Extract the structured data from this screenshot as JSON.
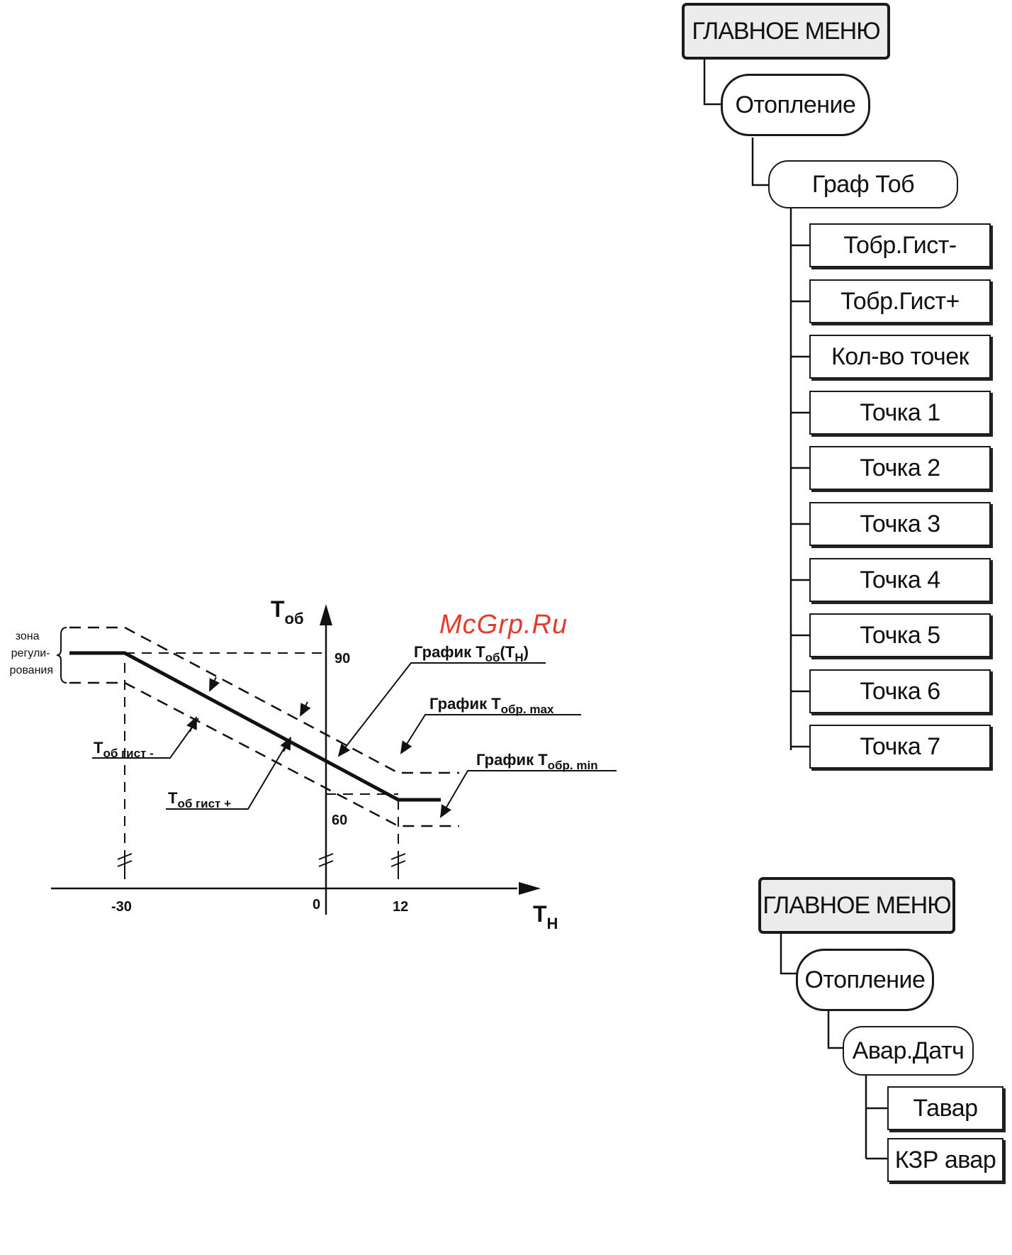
{
  "watermark": "McGrp.Ru",
  "graph": {
    "y_axis": {
      "main": "T",
      "sub": "об"
    },
    "x_axis": {
      "main": "T",
      "sub": "Н"
    },
    "y_ticks": [
      "90",
      "60"
    ],
    "x_ticks": [
      "-30",
      "0",
      "12"
    ],
    "zone_label": [
      "зона",
      "регули-",
      "рования"
    ],
    "labels": {
      "main_graph": {
        "prefix": "График T",
        "sub": "об",
        "suffix_open": "(T",
        "suffix_sub": "Н",
        "suffix_close": ")"
      },
      "max_graph": {
        "prefix": "График T",
        "sub": "обр. max"
      },
      "min_graph": {
        "prefix": "График T",
        "sub": "обр. min"
      },
      "hyst_minus": {
        "prefix": "T",
        "sub": "об гист -"
      },
      "hyst_plus": {
        "prefix": "T",
        "sub": "об гист +"
      }
    }
  },
  "chart_data": {
    "type": "line",
    "xlabel": "TН",
    "ylabel": "Tоб",
    "x_ticks": [
      -30,
      0,
      12
    ],
    "y_ticks": [
      60,
      90
    ],
    "series": [
      {
        "name": "График Tоб(TН)",
        "x": [
          -30,
          12
        ],
        "y": [
          90,
          60
        ]
      },
      {
        "name": "График Tобр. max",
        "x": [
          -30,
          12
        ],
        "y": [
          93,
          63
        ]
      },
      {
        "name": "График Tобр. min",
        "x": [
          -30,
          12
        ],
        "y": [
          87,
          57
        ]
      }
    ]
  },
  "menu_tree_1": {
    "root": "ГЛАВНОЕ МЕНЮ",
    "level1": "Отопление",
    "level2": "Граф Тоб",
    "items": [
      "Тобр.Гист-",
      "Тобр.Гист+",
      "Кол-во точек",
      "Точка 1",
      "Точка 2",
      "Точка 3",
      "Точка 4",
      "Точка 5",
      "Точка 6",
      "Точка 7"
    ]
  },
  "menu_tree_2": {
    "root": "ГЛАВНОЕ МЕНЮ",
    "level1": "Отопление",
    "level2": "Авар.Датч",
    "items": [
      "Тавар",
      "КЗР авар"
    ]
  }
}
